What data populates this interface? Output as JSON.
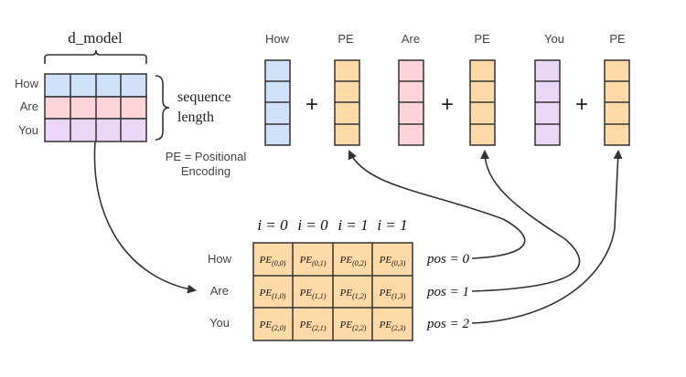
{
  "colors": {
    "how": "#cfe1f8",
    "are": "#fcd4da",
    "you": "#ead6f6",
    "pe": "#fcd9a6",
    "stroke": "#333333"
  },
  "embedding": {
    "d_model_label": "d_model",
    "sequence_label_line1": "sequence",
    "sequence_label_line2": "length",
    "tokens": [
      "How",
      "Are",
      "You"
    ]
  },
  "sum_row": {
    "token_labels": [
      "How",
      "Are",
      "You"
    ],
    "pe_label": "PE",
    "plus": "+"
  },
  "pe_definition": {
    "line1": "PE = Positional",
    "line2": "Encoding"
  },
  "pe_matrix": {
    "column_headers": [
      "i = 0",
      "i = 0",
      "i = 1",
      "i = 1"
    ],
    "row_labels": [
      "How",
      "Are",
      "You"
    ],
    "cell_prefix": "PE",
    "cells": [
      [
        "(0,0)",
        "(0,1)",
        "(0,2)",
        "(0,3)"
      ],
      [
        "(1,0)",
        "(1,1)",
        "(1,2)",
        "(1,3)"
      ],
      [
        "(2,0)",
        "(2,1)",
        "(2,2)",
        "(2,3)"
      ]
    ],
    "positions": [
      "pos = 0",
      "pos = 1",
      "pos = 2"
    ]
  }
}
